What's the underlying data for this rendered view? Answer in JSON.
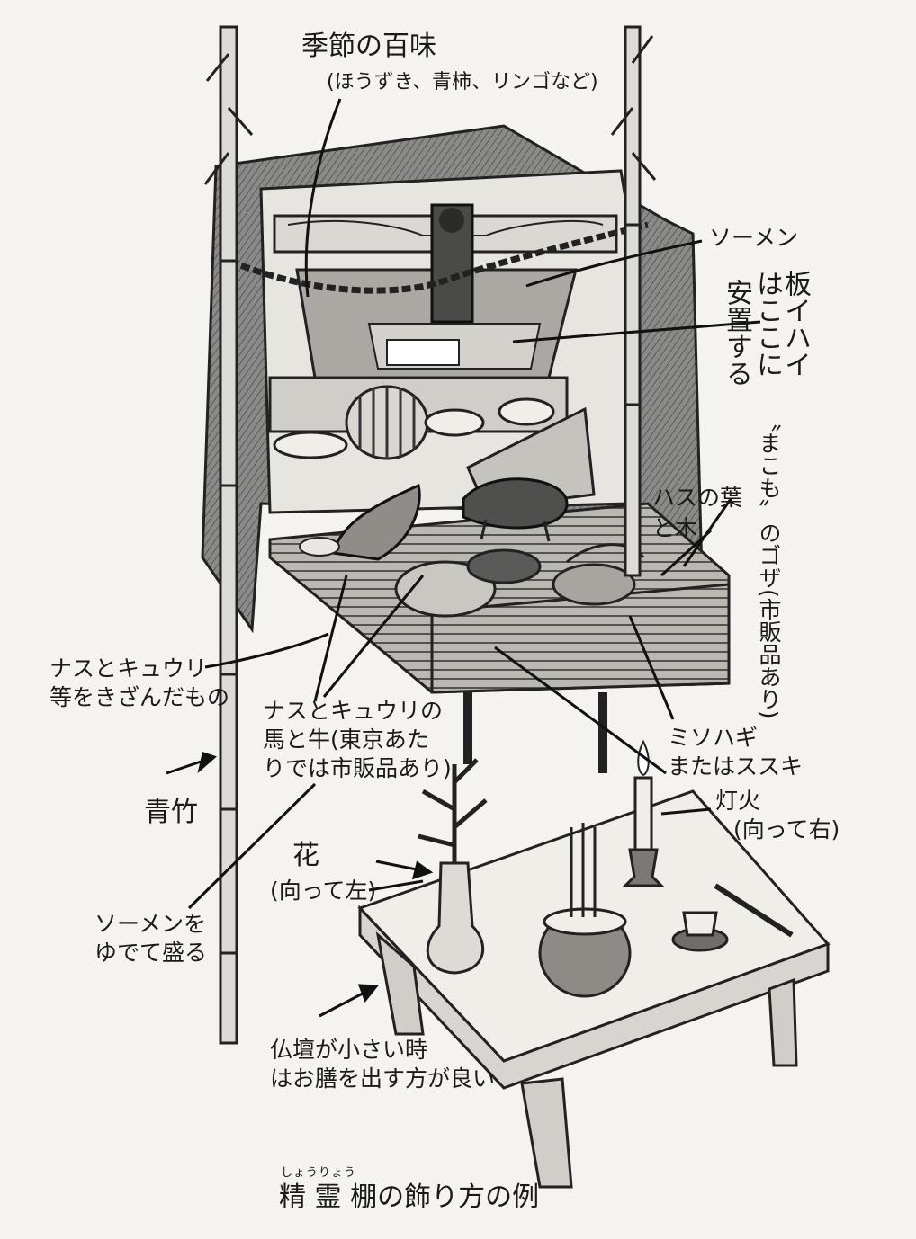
{
  "labels": {
    "seasonal_title": "季節の百味",
    "seasonal_sub": "(ほうずき、青柿、リンゴなど)",
    "somen": "ソーメン",
    "ihai_col1": "板イハイ",
    "ihai_col2": "はここに",
    "ihai_col3": "安置する",
    "lotus_line1": "ハスの葉",
    "lotus_line2": "と木",
    "makomo_col1": "〝まこも〞のゴザ(市販品あり)",
    "chopped_line1": "ナスとキュウリ",
    "chopped_line2": "等をきざんだもの",
    "horse_line1": "ナスとキュウリの",
    "horse_line2": "馬と牛(東京あた",
    "horse_line3": "りでは市販品あり)",
    "misohagi_line1": "ミソハギ",
    "misohagi_line2": "またはススキ",
    "light_line1": "灯火",
    "light_line2": "(向って右)",
    "bamboo": "青竹",
    "flower_line1": "花",
    "flower_line2": "(向って左)",
    "somen_boil_line1": "ソーメンを",
    "somen_boil_line2": "ゆでて盛る",
    "small_altar_line1": "仏壇が小さい時",
    "small_altar_line2": "はお膳を出す方が良い"
  },
  "caption": {
    "title": "精 霊 棚の飾り方の例",
    "ruby": "しょうりょう"
  }
}
